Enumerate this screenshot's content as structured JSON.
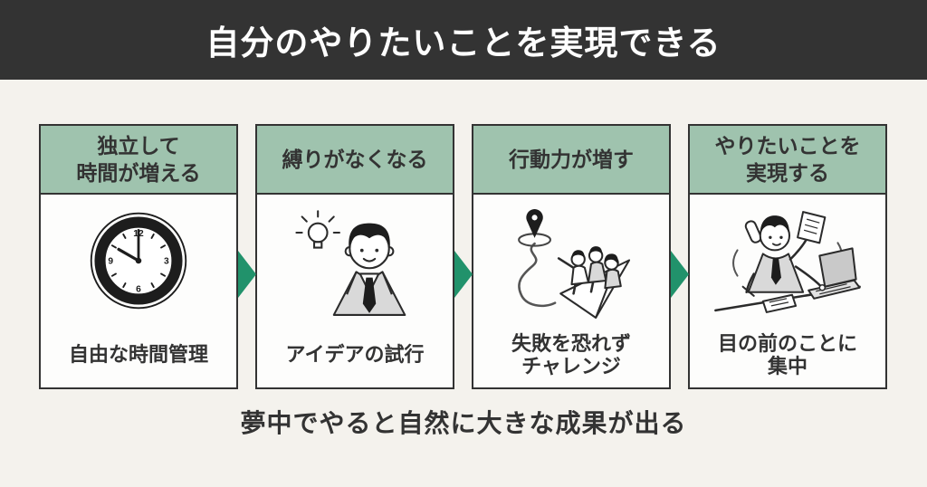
{
  "header": {
    "title": "自分のやりたいことを実現できる"
  },
  "steps": [
    {
      "title": "独立して\n時間が増える",
      "caption": "自由な時間管理",
      "illustration": "clock-icon"
    },
    {
      "title": "縛りがなくなる",
      "caption": "アイデアの試行",
      "illustration": "idea-person-icon"
    },
    {
      "title": "行動力が増す",
      "caption": "失敗を恐れず\nチャレンジ",
      "illustration": "team-paper-plane-icon"
    },
    {
      "title": "やりたいことを\n実現する",
      "caption": "目の前のことに\n集中",
      "illustration": "busy-worker-icon"
    }
  ],
  "footer": {
    "tagline": "夢中でやると自然に大きな成果が出る"
  },
  "colors": {
    "banner_bg": "#333333",
    "banner_text": "#ffffff",
    "page_bg": "#f4f2ed",
    "card_bg": "#fdfdfc",
    "card_border": "#333333",
    "card_header_bg": "#9fc3ae",
    "arrow_green": "#21926b",
    "text_dark": "#333333"
  }
}
